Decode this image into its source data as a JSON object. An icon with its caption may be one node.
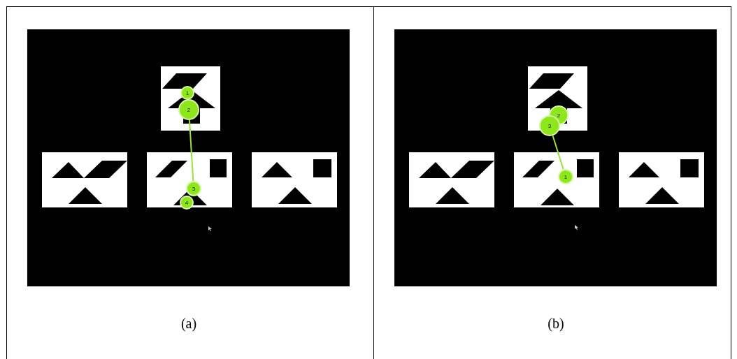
{
  "diagram": {
    "nodes": [
      {
        "text": [
          "1"
        ]
      },
      {
        "text": [
          "2"
        ]
      },
      {
        "text": [
          "3"
        ]
      },
      {
        "text": [
          "4"
        ]
      },
      {
        "text": [
          "2"
        ]
      },
      {
        "text": [
          "3"
        ]
      },
      {
        "text": [
          "1"
        ]
      }
    ],
    "edges": [
      {
        "from": 1,
        "to": 2,
        "arrow": "none"
      },
      {
        "from": 5,
        "to": 6,
        "arrow": "none"
      }
    ],
    "labels": [
      "(a)",
      "(b)"
    ]
  }
}
